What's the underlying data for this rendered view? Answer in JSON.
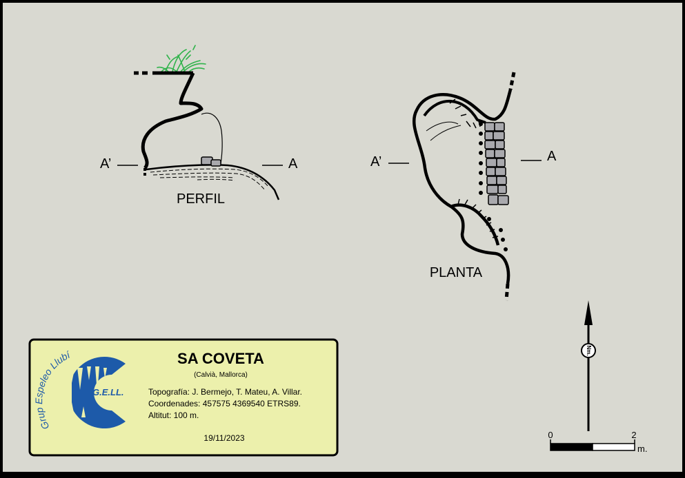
{
  "colors": {
    "background": "#d9d9d1",
    "frame": "#000000",
    "infobox_fill": "#ecf0ac",
    "logo_blue": "#1d5aa9",
    "vegetation": "#2fb34a",
    "rock_fill": "#a9a9ad"
  },
  "profile": {
    "label": "PERFIL",
    "section_left": "A’",
    "section_right": "A"
  },
  "plan": {
    "label": "PLANTA",
    "section_left": "A’",
    "section_right": "A"
  },
  "north": {
    "label": "Nm."
  },
  "scale_bar": {
    "tick_start": "0",
    "tick_end": "2",
    "unit": "m."
  },
  "info_box": {
    "title": "SA COVETA",
    "subtitle": "(Calvià, Mallorca)",
    "lines": [
      "Topografía: J. Bermejo, T. Mateu, A. Villar.",
      "Coordenades: 457575 4369540 ETRS89.",
      "Altitut: 100 m."
    ],
    "date": "19/11/2023"
  },
  "logo": {
    "name": "G.E.LL.",
    "ring_text": "Grup Espeleo Llubí",
    "icon": "cave-logo-icon"
  }
}
